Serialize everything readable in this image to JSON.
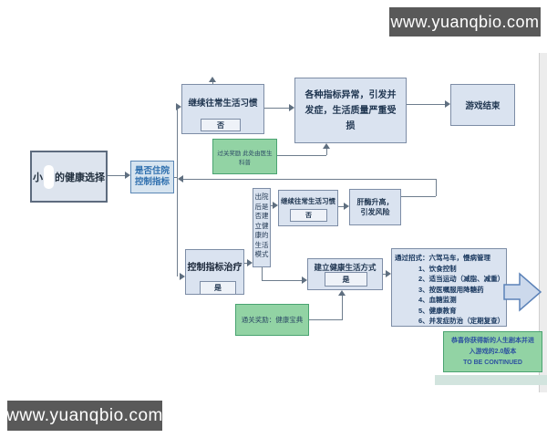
{
  "watermarks": {
    "top_right": "www.yuanqbio.com",
    "bottom_left": "www.yuanqbio.com"
  },
  "nodes": {
    "start": {
      "prefix": "小",
      "suffix": "的健康选择"
    },
    "decision_hospital": {
      "line1": "是否住院",
      "line2": "控制指标"
    },
    "continue_habits_top": {
      "label": "继续往常生活习惯",
      "tag": "否"
    },
    "indicators_abnormal": {
      "label": "各种指标异常，引发并发症，生活质量严重受损"
    },
    "game_over": {
      "label": "游戏结束"
    },
    "reward_doctor": {
      "label": "过关奖励 此处由医生科普"
    },
    "discharge_decision": {
      "label": "出院后是否建立健康的生活模式"
    },
    "continue_habits_mid": {
      "label": "继续往常生活习惯",
      "tag": "否"
    },
    "liver_risk": {
      "line1": "肝酶升高，",
      "line2": "引发风险"
    },
    "control_treatment": {
      "label": "控制指标治疗",
      "tag": "是"
    },
    "healthy_lifestyle": {
      "label": "建立健康生活方式",
      "tag": "是"
    },
    "methods": {
      "title": "通过招式：六驾马车，慢病管理",
      "items": [
        "1、饮食控制",
        "2、适当运动（减脂、减重）",
        "3、按医嘱服用降糖药",
        "4、血糖监测",
        "5、健康教育",
        "6、并发症防治（定期复查）"
      ]
    },
    "reward_handbook": {
      "label": "通关奖励：健康宝典"
    },
    "congrats": {
      "line1": "恭喜你获得新的人生剧本并进",
      "line2": "入游戏的2.0版本",
      "line3": "TO BE CONTINUED"
    }
  },
  "colors": {
    "node_fill": "#dae3f0",
    "node_border": "#7d8da6",
    "green_fill": "#92d3a4",
    "green_border": "#4aa371",
    "decision_text": "#2e6fae",
    "congrats_text": "#2c50a0",
    "watermark_bg": "#595959",
    "continue_arrow_fill": "#ccd9ec",
    "connector": "#6e7d8d"
  }
}
